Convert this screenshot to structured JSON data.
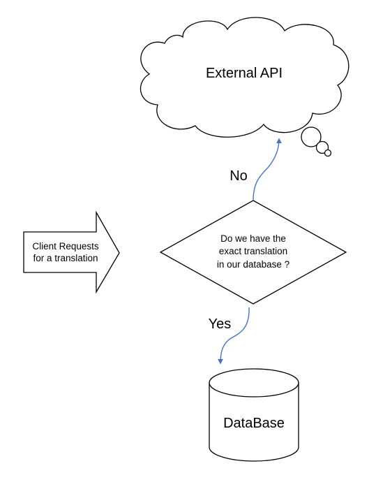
{
  "diagram": {
    "cloud": {
      "label": "External API"
    },
    "arrow_shape": {
      "lines": [
        "Client Requests",
        "for a translation"
      ]
    },
    "decision": {
      "lines": [
        "Do we have the",
        "exact translation",
        "in our database ?"
      ]
    },
    "edges": {
      "no_label": "No",
      "yes_label": "Yes"
    },
    "database": {
      "label": "DataBase"
    },
    "colors": {
      "connector": "#4472c4",
      "stroke": "#000000",
      "fill": "#ffffff"
    }
  }
}
